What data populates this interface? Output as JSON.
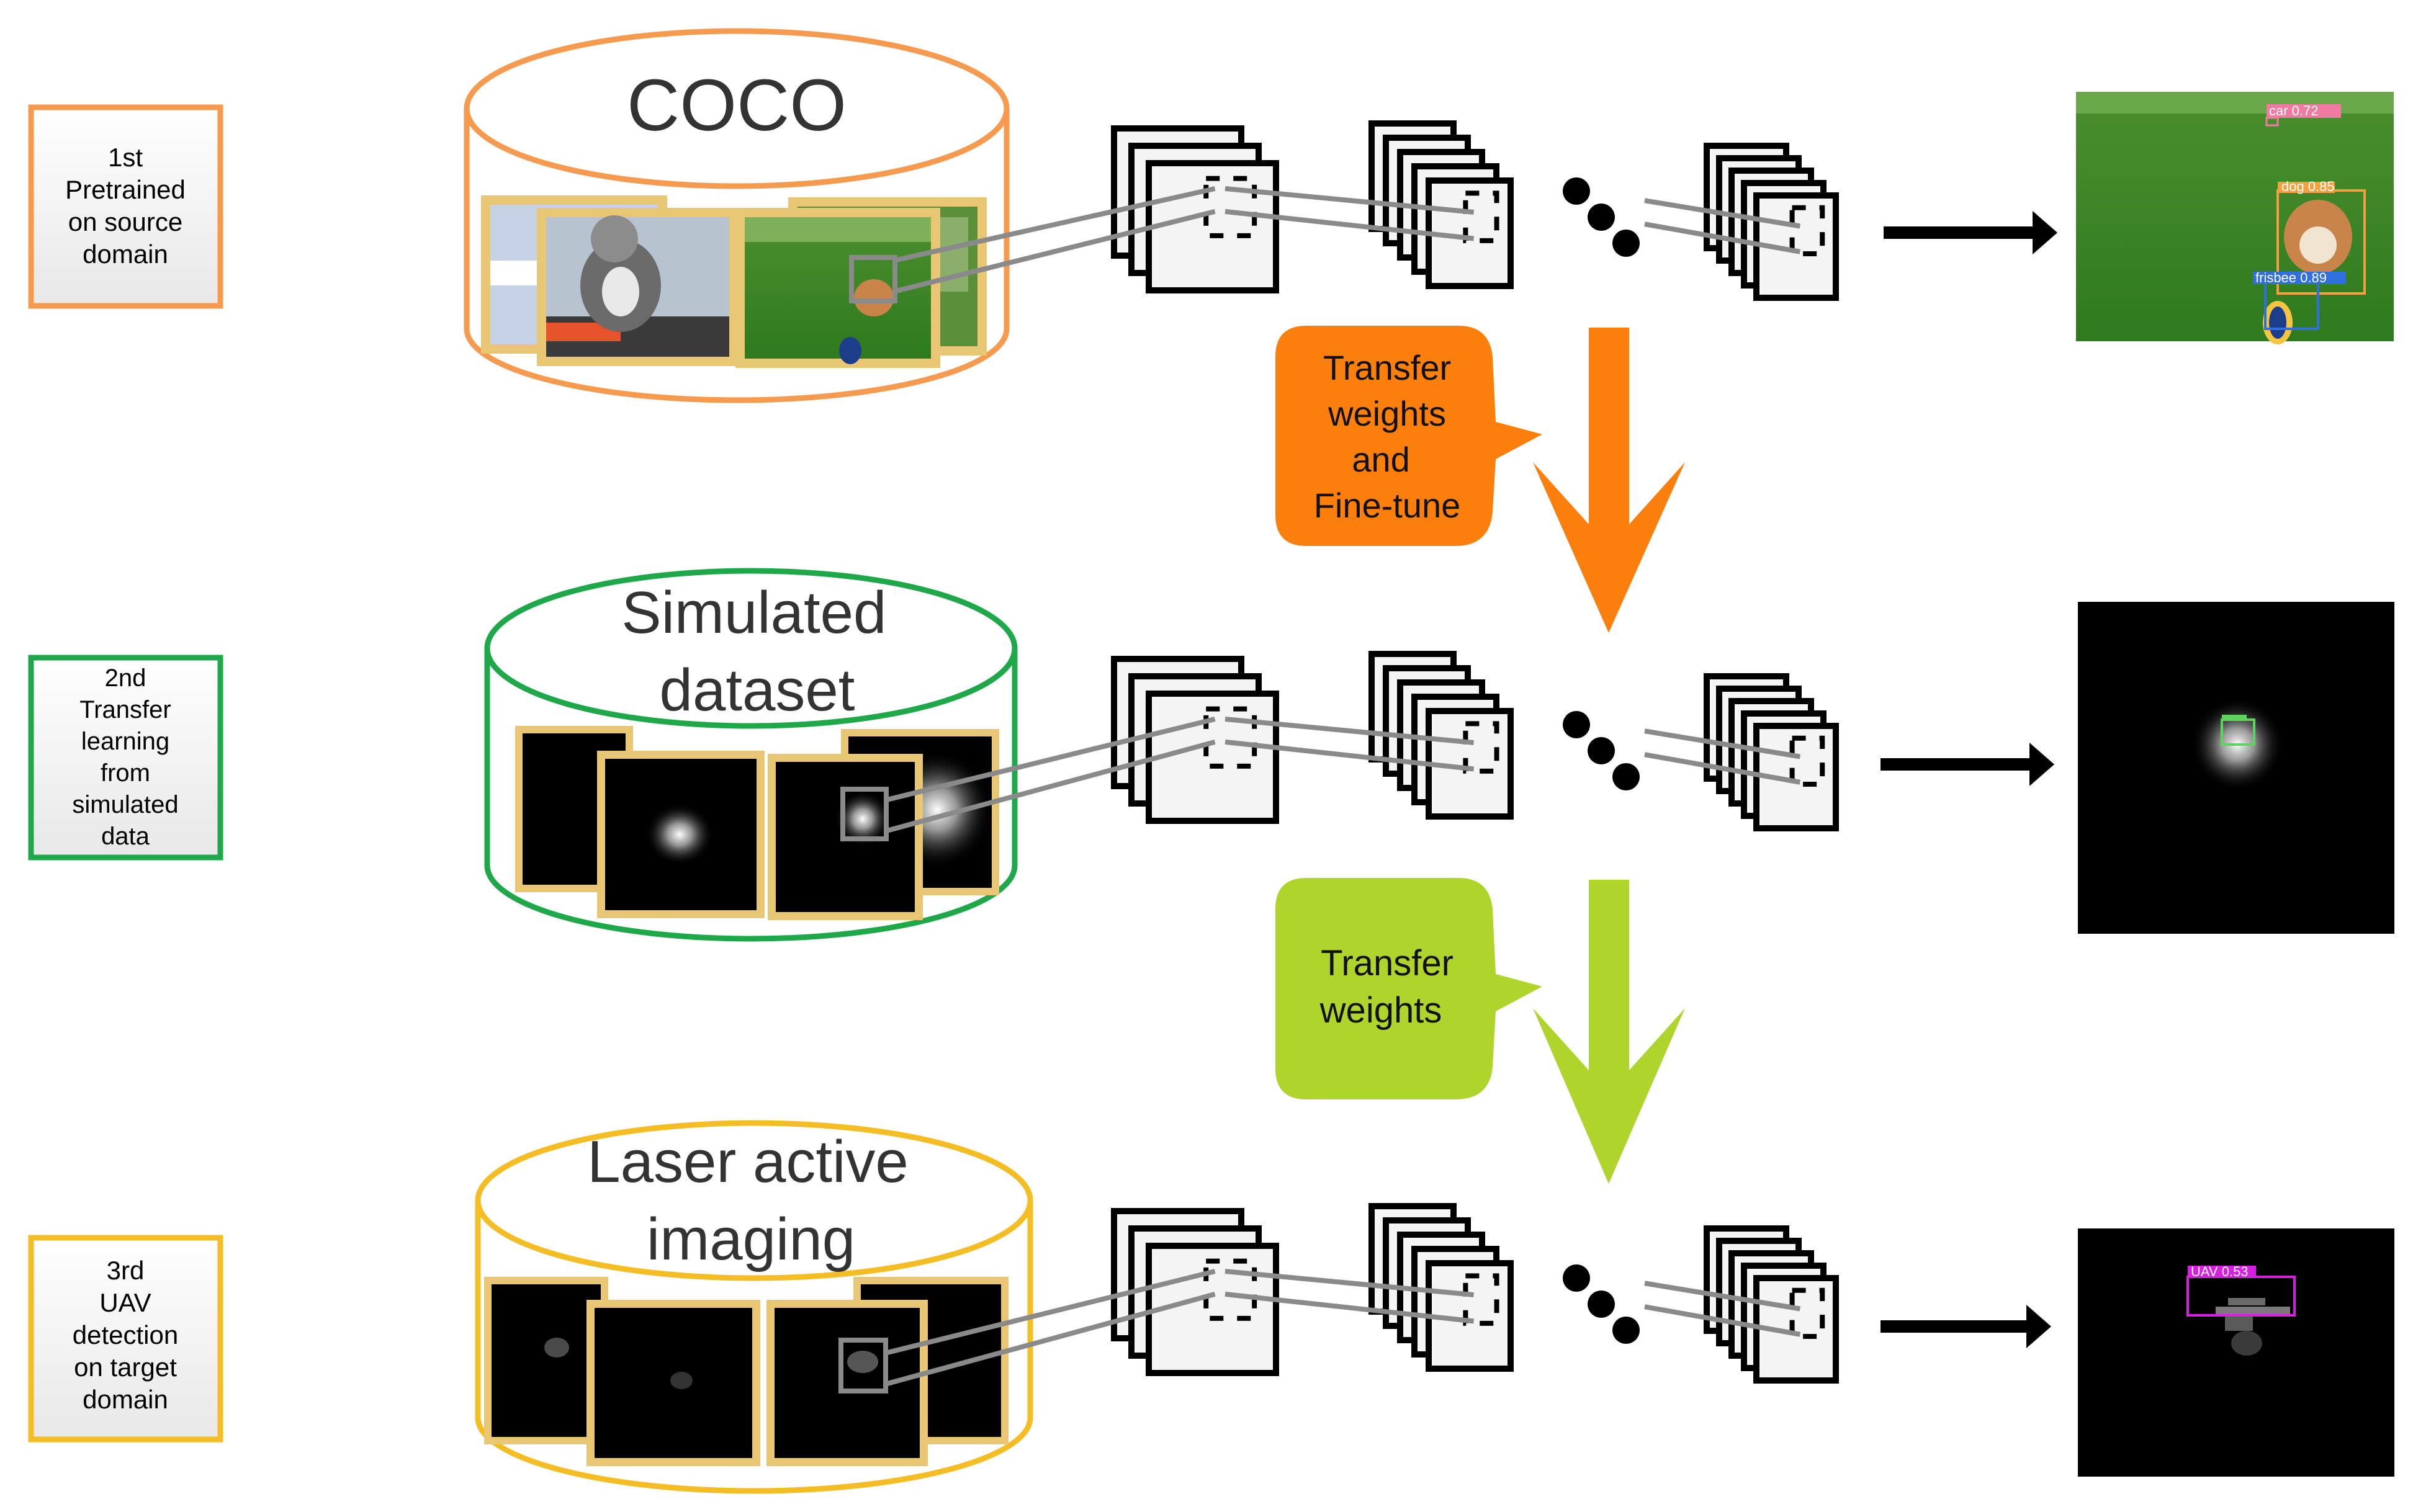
{
  "stages": [
    {
      "id": "stage1",
      "step": "1st",
      "desc_lines": [
        "Pretrained",
        "on source",
        "domain"
      ],
      "color": "#f59a4f",
      "dataset_lines": [
        "COCO"
      ],
      "image_fill": "#e9c673"
    },
    {
      "id": "stage2",
      "step": "2nd",
      "desc_lines": [
        "Transfer",
        "learning",
        "from",
        "simulated",
        "data"
      ],
      "color": "#1fa84a",
      "dataset_lines": [
        "Simulated",
        "dataset"
      ],
      "image_fill": "#000000"
    },
    {
      "id": "stage3",
      "step": "3rd",
      "desc_lines": [
        "UAV",
        "detection",
        "on target",
        "domain"
      ],
      "color": "#f5bd24",
      "dataset_lines": [
        "Laser active",
        "imaging"
      ],
      "image_fill": "#000000"
    }
  ],
  "transfers": [
    {
      "id": "transfer1",
      "lines": [
        "Transfer",
        "weights",
        "and",
        "Fine-tune"
      ],
      "color": "#fb7f0c"
    },
    {
      "id": "transfer2",
      "lines": [
        "Transfer",
        "weights"
      ],
      "color": "#afd42c"
    }
  ],
  "outputs": {
    "coco_detections": [
      {
        "label": "car 0.72",
        "color": "#f07aa0"
      },
      {
        "label": "dog 0.85",
        "color": "#f5a040"
      },
      {
        "label": "frisbee 0.89",
        "color": "#2f6fe0"
      }
    ],
    "sim_detection": {
      "label": "",
      "color": "#5fd35f"
    },
    "uav_detection": {
      "label": "UAV 0.53",
      "color": "#d61fe0"
    }
  },
  "colors": {
    "pipeline_arrow": "#000000",
    "connector": "#8a8a8a",
    "layer_fill": "#f4f4f4"
  }
}
